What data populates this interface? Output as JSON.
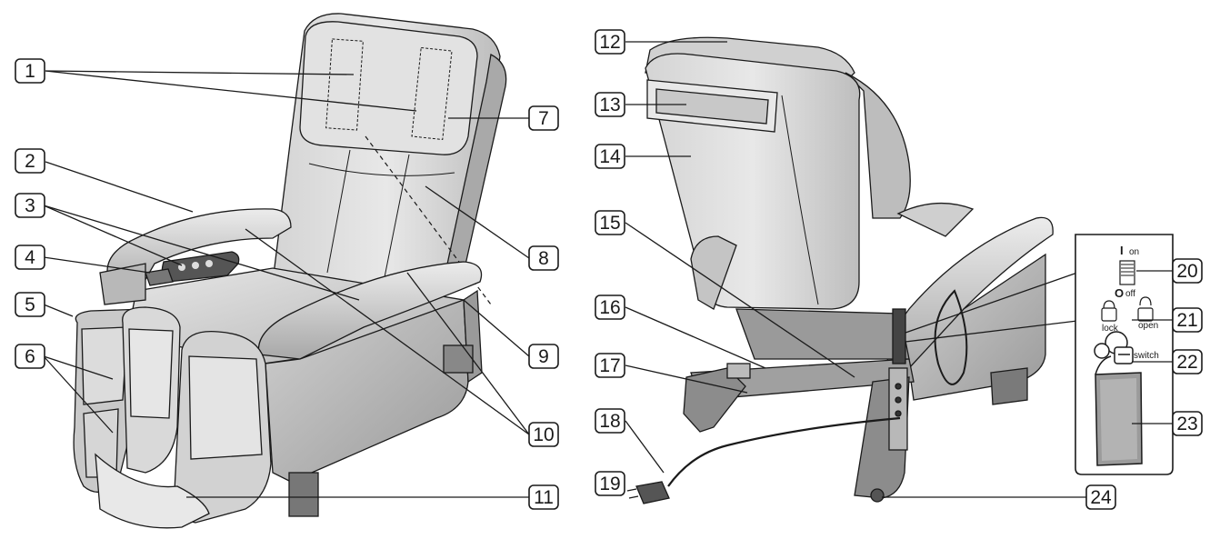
{
  "callouts": [
    {
      "id": 1,
      "label": "1"
    },
    {
      "id": 2,
      "label": "2"
    },
    {
      "id": 3,
      "label": "3"
    },
    {
      "id": 4,
      "label": "4"
    },
    {
      "id": 5,
      "label": "5"
    },
    {
      "id": 6,
      "label": "6"
    },
    {
      "id": 7,
      "label": "7"
    },
    {
      "id": 8,
      "label": "8"
    },
    {
      "id": 9,
      "label": "9"
    },
    {
      "id": 10,
      "label": "10"
    },
    {
      "id": 11,
      "label": "11"
    },
    {
      "id": 12,
      "label": "12"
    },
    {
      "id": 13,
      "label": "13"
    },
    {
      "id": 14,
      "label": "14"
    },
    {
      "id": 15,
      "label": "15"
    },
    {
      "id": 16,
      "label": "16"
    },
    {
      "id": 17,
      "label": "17"
    },
    {
      "id": 18,
      "label": "18"
    },
    {
      "id": 19,
      "label": "19"
    },
    {
      "id": 20,
      "label": "20"
    },
    {
      "id": 21,
      "label": "21"
    },
    {
      "id": 22,
      "label": "22"
    },
    {
      "id": 23,
      "label": "23"
    },
    {
      "id": 24,
      "label": "24"
    }
  ],
  "inset": {
    "on_symbol": "I",
    "on_label": "on",
    "off_symbol": "O",
    "off_label": "off",
    "lock_label": "lock",
    "open_label": "open",
    "switch_label": "switch"
  },
  "colors": {
    "line": "#1a1a1a",
    "chair_light": "#dcdcdc",
    "chair_mid": "#bdbdbd",
    "chair_dark": "#8f8f8f"
  }
}
